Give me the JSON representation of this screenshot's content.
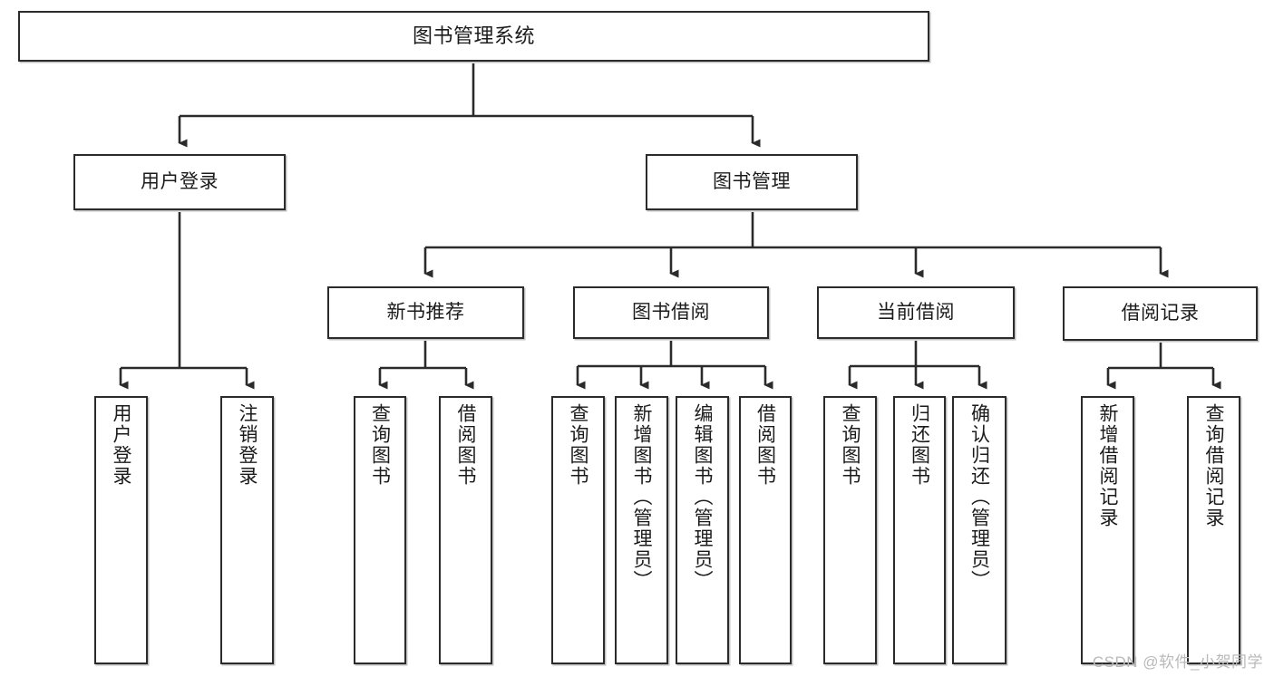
{
  "diagram": {
    "title": "图书管理系统",
    "watermark": "CSDN @软件_小贺同学",
    "line_color": "#2b2b2b",
    "box_fill": "#ffffff",
    "text_color": "#1b1b1b",
    "nodes": {
      "root": {
        "label": "图书管理系统"
      },
      "level1": [
        {
          "label": "用户登录"
        },
        {
          "label": "图书管理"
        }
      ],
      "level2": [
        {
          "label": "新书推荐"
        },
        {
          "label": "图书借阅"
        },
        {
          "label": "当前借阅"
        },
        {
          "label": "借阅记录"
        }
      ],
      "leaves": {
        "user_login": [
          {
            "label": "用户登录"
          },
          {
            "label": "注销登录"
          }
        ],
        "new_book_recommend": [
          {
            "label": "查询图书"
          },
          {
            "label": "借阅图书"
          }
        ],
        "book_borrow": [
          {
            "label": "查询图书"
          },
          {
            "label": "新增图书（管理员）"
          },
          {
            "label": "编辑图书（管理员）"
          },
          {
            "label": "借阅图书"
          }
        ],
        "current_borrow": [
          {
            "label": "查询图书"
          },
          {
            "label": "归还图书"
          },
          {
            "label": "确认归还（管理员）"
          }
        ],
        "borrow_record": [
          {
            "label": "新增借阅记录"
          },
          {
            "label": "查询借阅记录"
          }
        ]
      }
    }
  }
}
